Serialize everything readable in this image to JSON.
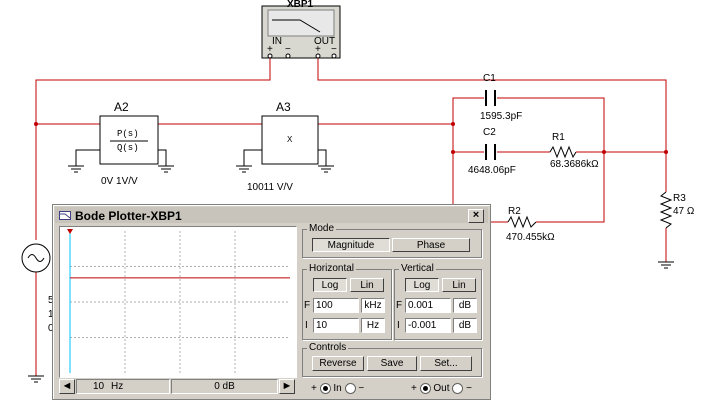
{
  "schematic": {
    "instrument": "XBP1",
    "in_label": "IN",
    "out_label": "OUT",
    "plus": "+",
    "minus": "−",
    "a2": {
      "name": "A2",
      "top": "P(s)",
      "bottom": "Q(s)",
      "value": "0V 1V/V"
    },
    "a3": {
      "name": "A3",
      "symbol": "X",
      "value": "10011 V/V"
    },
    "c1": {
      "name": "C1",
      "value": "1595.3pF"
    },
    "c2": {
      "name": "C2",
      "value": "4648.06pF"
    },
    "r1": {
      "name": "R1",
      "value": "68.3686kΩ"
    },
    "r2": {
      "name": "R2",
      "value": "470.455kΩ"
    },
    "r3": {
      "name": "R3",
      "value": "47 Ω"
    },
    "source_partial": [
      "5",
      "1",
      "0"
    ]
  },
  "bode": {
    "title": "Bode Plotter-XBP1",
    "close": "×",
    "mode": {
      "title": "Mode",
      "magnitude": "Magnitude",
      "phase": "Phase",
      "selected": "Magnitude"
    },
    "horizontal": {
      "title": "Horizontal",
      "log": "Log",
      "lin": "Lin",
      "f_label": "F",
      "i_label": "I",
      "f_value": "100",
      "f_unit": "kHz",
      "i_value": "10",
      "i_unit": "Hz"
    },
    "vertical": {
      "title": "Vertical",
      "log": "Log",
      "lin": "Lin",
      "f_label": "F",
      "i_label": "I",
      "f_value": "0.001",
      "f_unit": "dB",
      "i_value": "-0.001",
      "i_unit": "dB"
    },
    "controls": {
      "title": "Controls",
      "reverse": "Reverse",
      "save": "Save",
      "set": "Set..."
    },
    "status": {
      "freq": "10",
      "freq_unit": "Hz",
      "mag": "0 dB"
    },
    "left_arrow": "◄",
    "right_arrow": "►",
    "in_plus": "+",
    "in_label": "In",
    "in_minus": "−",
    "out_plus": "+",
    "out_label": "Out",
    "out_minus": "−",
    "trace_color": "#c00000",
    "cursor_color": "#00c0ff",
    "trace_level_fraction": 0.33
  }
}
